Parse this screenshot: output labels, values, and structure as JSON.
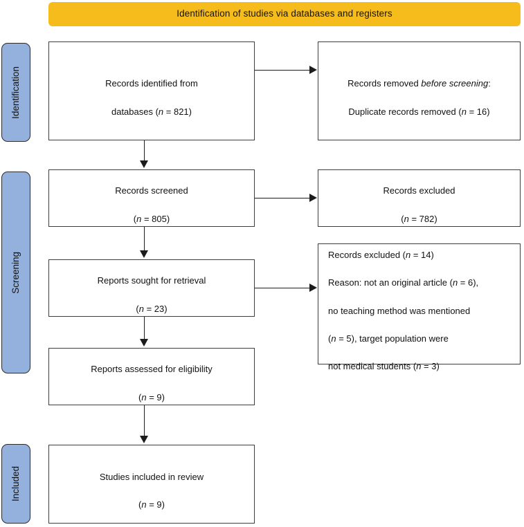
{
  "diagram": {
    "title": "Identification of studies via databases and registers",
    "type": "prisma-flow-diagram",
    "colors": {
      "banner": "#f5bc1c",
      "phase_label": "#93b1dc",
      "box_border": "#3c3c3c",
      "connector": "#1c1c1c",
      "background": "#ffffff"
    }
  },
  "banner": {
    "label": "Identification of studies via databases and registers"
  },
  "phases": [
    {
      "id": "identification",
      "label": "Identification"
    },
    {
      "id": "screening",
      "label": "Screening"
    },
    {
      "id": "included",
      "label": "Included"
    }
  ],
  "boxes": {
    "identified": {
      "line1": "Records identified from",
      "line2_prefix": "databases (",
      "line2_italic": "n",
      "line2_suffix": " = 821)",
      "n": 821
    },
    "removed": {
      "line1_prefix": "Records removed ",
      "line1_italic": "before screening",
      "line1_suffix": ":",
      "line2_prefix": "Duplicate records removed (",
      "line2_italic": "n",
      "line2_suffix": " = 16)",
      "n": 16
    },
    "screened": {
      "line1": "Records screened",
      "line2_prefix": "(",
      "line2_italic": "n",
      "line2_suffix": " = 805)",
      "n": 805
    },
    "excluded_screened": {
      "line1": "Records excluded",
      "line2_prefix": "(",
      "line2_italic": "n",
      "line2_suffix": " = 782)",
      "n": 782
    },
    "sought": {
      "line1": "Reports sought for retrieval",
      "line2_prefix": "(",
      "line2_italic": "n",
      "line2_suffix": " = 23)",
      "n": 23
    },
    "excluded_reasons": {
      "l1_prefix": "Records excluded (",
      "l1_italic": "n",
      "l1_suffix": " = 14)",
      "l2_prefix": "Reason: not an original article (",
      "l2_italic": "n",
      "l2_suffix": " = 6),",
      "l3": "no teaching method was mentioned",
      "l4_prefix": "(",
      "l4_italic": "n",
      "l4_suffix": " = 5), target population were",
      "l5_prefix": "not medical students (",
      "l5_italic": "n",
      "l5_suffix": " = 3)",
      "total": 14,
      "reasons": [
        {
          "reason": "not an original article",
          "n": 6
        },
        {
          "reason": "no teaching method was mentioned",
          "n": 5
        },
        {
          "reason": "target population were not medical students",
          "n": 3
        }
      ]
    },
    "assessed": {
      "line1": "Reports assessed for eligibility",
      "line2_prefix": "(",
      "line2_italic": "n",
      "line2_suffix": " = 9)",
      "n": 9
    },
    "included": {
      "line1": "Studies included in review",
      "line2_prefix": "(",
      "line2_italic": "n",
      "line2_suffix": " = 9)",
      "n": 9
    }
  }
}
